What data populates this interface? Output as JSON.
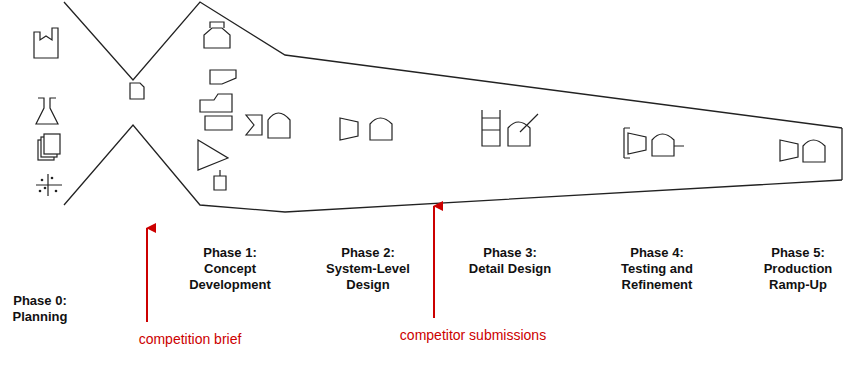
{
  "diagram": {
    "labels": [
      "Phase 0: Planning",
      "Phase 1: Concept Development",
      "Phase 2: System-Level Design",
      "Phase 3: Detail Design",
      "Phase 4: Testing and Refinement",
      "Phase 5: Production Ramp-Up",
      "competition brief",
      "competitor submissions"
    ]
  }
}
